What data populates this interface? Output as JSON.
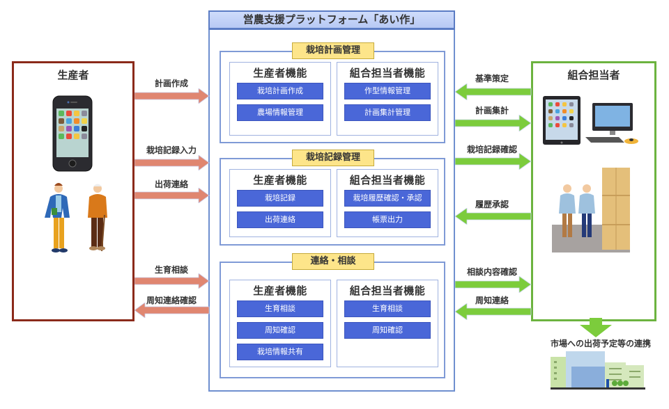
{
  "platform": {
    "title": "営農支援プラットフォーム「あい作」",
    "sections": [
      {
        "label": "栽培計画管理",
        "producer": {
          "title": "生産者機能",
          "items": [
            "栽培計画作成",
            "農場情報管理"
          ]
        },
        "staff": {
          "title": "組合担当者機能",
          "items": [
            "作型情報管理",
            "計画集計管理"
          ]
        }
      },
      {
        "label": "栽培記録管理",
        "producer": {
          "title": "生産者機能",
          "items": [
            "栽培記録",
            "出荷連絡"
          ]
        },
        "staff": {
          "title": "組合担当者機能",
          "items": [
            "栽培履歴確認・承認",
            "帳票出力"
          ]
        }
      },
      {
        "label": "連絡・相談",
        "producer": {
          "title": "生産者機能",
          "items": [
            "生育相談",
            "周知確認",
            "栽培情報共有"
          ]
        },
        "staff": {
          "title": "組合担当者機能",
          "items": [
            "生育相談",
            "周知確認"
          ]
        }
      }
    ]
  },
  "producer": {
    "title": "生産者",
    "images": [
      "smartphone-icon",
      "farmers-illustration"
    ]
  },
  "staff": {
    "title": "組合担当者",
    "images": [
      "tablet-icon",
      "desktop-computer-icon",
      "warehouse-staff-illustration"
    ]
  },
  "left_arrows": [
    {
      "label": "計画作成",
      "direction": "right"
    },
    {
      "label": "栽培記録入力",
      "direction": "right"
    },
    {
      "label": "出荷連絡",
      "direction": "right"
    },
    {
      "label": "生育相談",
      "direction": "right"
    },
    {
      "label": "周知連絡確認",
      "direction": "left"
    }
  ],
  "right_arrows": [
    {
      "label": "基準策定",
      "direction": "left"
    },
    {
      "label": "計画集計",
      "direction": "right"
    },
    {
      "label": "栽培記録確認",
      "direction": "right"
    },
    {
      "label": "履歴承認",
      "direction": "left"
    },
    {
      "label": "相談内容確認",
      "direction": "right"
    },
    {
      "label": "周知連絡",
      "direction": "left"
    }
  ],
  "market": {
    "label": "市場への出荷予定等の連携",
    "image": "market-buildings-illustration"
  },
  "colors": {
    "producer_border": "#8b2a1a",
    "staff_border": "#6cb33f",
    "platform_border": "#6f8fcf",
    "function_button": "#4a67d8",
    "section_label": "#fde58a",
    "producer_arrow": "#e08670",
    "staff_arrow": "#7ccc3c"
  }
}
